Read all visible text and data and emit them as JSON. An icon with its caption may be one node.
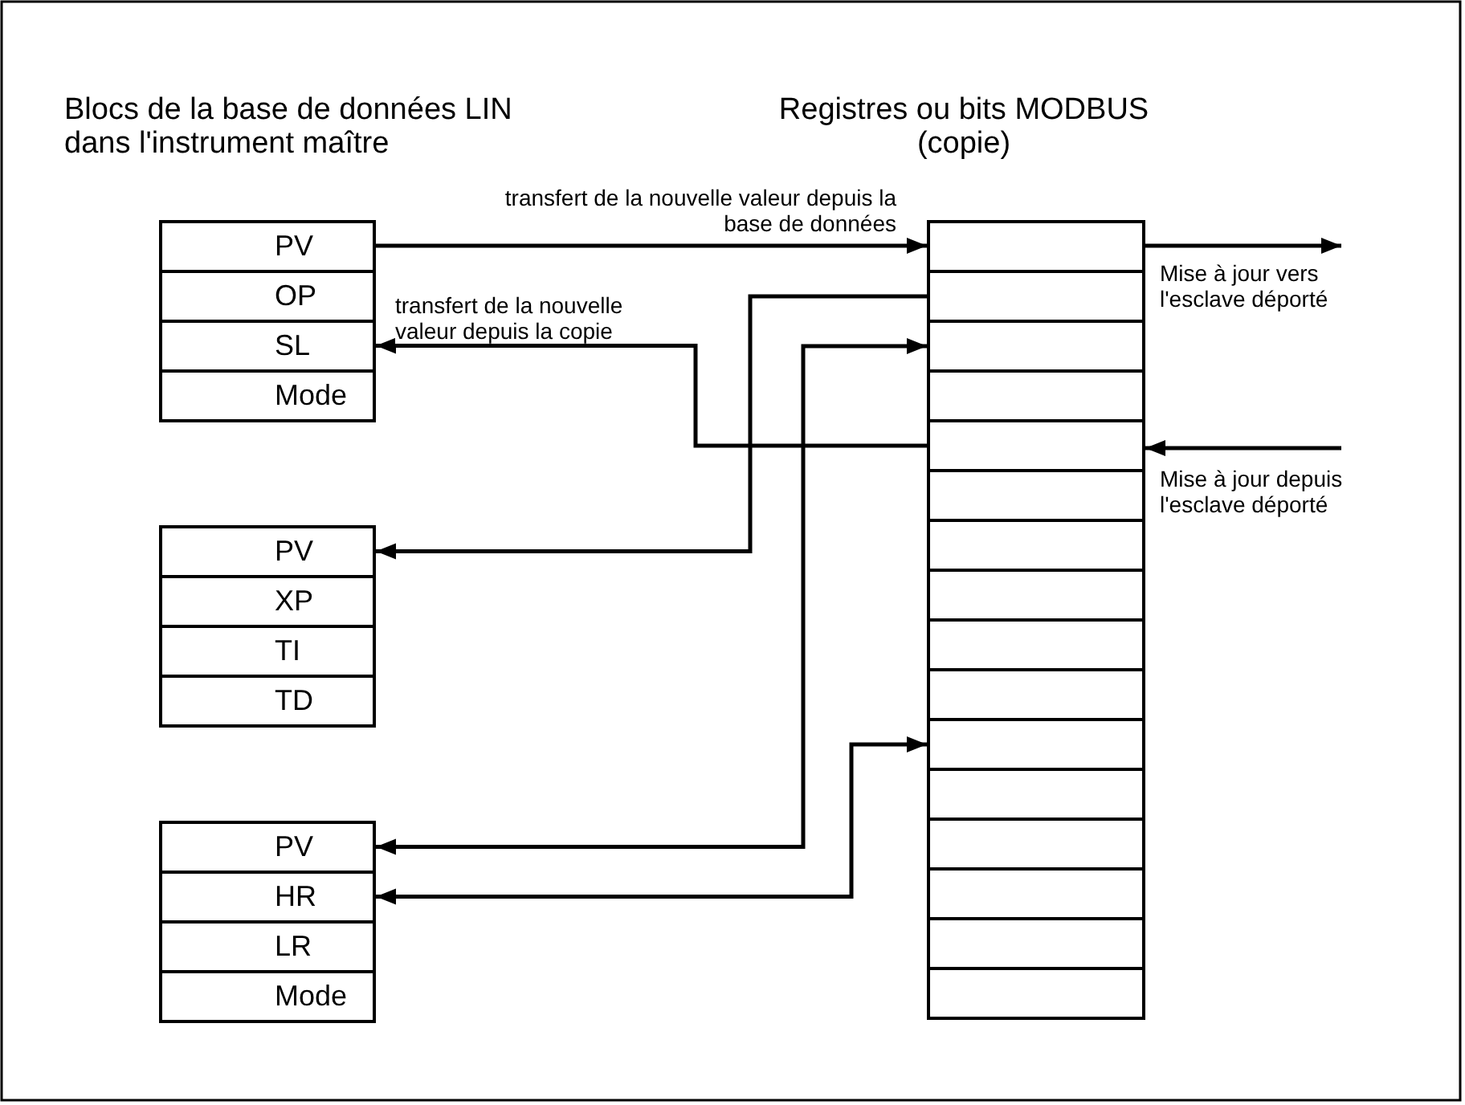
{
  "diagram": {
    "nodes": [
      {
        "text": [
          "PV"
        ]
      },
      {
        "text": [
          "OP"
        ]
      },
      {
        "text": [
          "SL"
        ]
      },
      {
        "text": [
          "Mode"
        ]
      },
      {
        "text": [
          "PV"
        ]
      },
      {
        "text": [
          "XP"
        ]
      },
      {
        "text": [
          "TI"
        ]
      },
      {
        "text": [
          "TD"
        ]
      },
      {
        "text": [
          "PV"
        ]
      },
      {
        "text": [
          "HR"
        ]
      },
      {
        "text": [
          "LR"
        ]
      },
      {
        "text": [
          "Mode"
        ]
      },
      {
        "text": [],
        "shape": "box"
      },
      {
        "text": [],
        "shape": "box"
      },
      {
        "text": [],
        "shape": "box"
      },
      {
        "text": [],
        "shape": "box"
      },
      {
        "text": [],
        "shape": "box"
      },
      {
        "text": [],
        "shape": "box"
      },
      {
        "text": [],
        "shape": "box"
      },
      {
        "text": [],
        "shape": "box"
      },
      {
        "text": [],
        "shape": "box"
      },
      {
        "text": [],
        "shape": "box"
      },
      {
        "text": [],
        "shape": "box"
      },
      {
        "text": [],
        "shape": "box"
      },
      {
        "text": [],
        "shape": "box"
      },
      {
        "text": [],
        "shape": "box"
      },
      {
        "text": [],
        "shape": "box"
      },
      {
        "text": [],
        "shape": "box"
      }
    ],
    "edges": [
      {
        "from": 0,
        "to": 12,
        "arrow": "to",
        "label": "transfert de la nouvelle valeur depuis la base de données"
      },
      {
        "from": 16,
        "to": 2,
        "arrow": "to",
        "label": "transfert de la nouvelle valeur depuis la copie"
      },
      {
        "from": 13,
        "to": 4,
        "arrow": "to"
      },
      {
        "from": 14,
        "to": 8,
        "arrow": "both"
      },
      {
        "from": 22,
        "to": 9,
        "arrow": "both"
      },
      {
        "from": 12,
        "to": null,
        "arrow": "to",
        "label": "Mise à jour vers l'esclave déporté"
      },
      {
        "from": null,
        "to": 16,
        "arrow": "to",
        "label": "Mise à jour depuis l'esclave déporté"
      }
    ],
    "labels": [
      "Blocs de la base de données LIN dans l'instrument maître",
      "Registres ou bits MODBUS (copie)"
    ]
  }
}
